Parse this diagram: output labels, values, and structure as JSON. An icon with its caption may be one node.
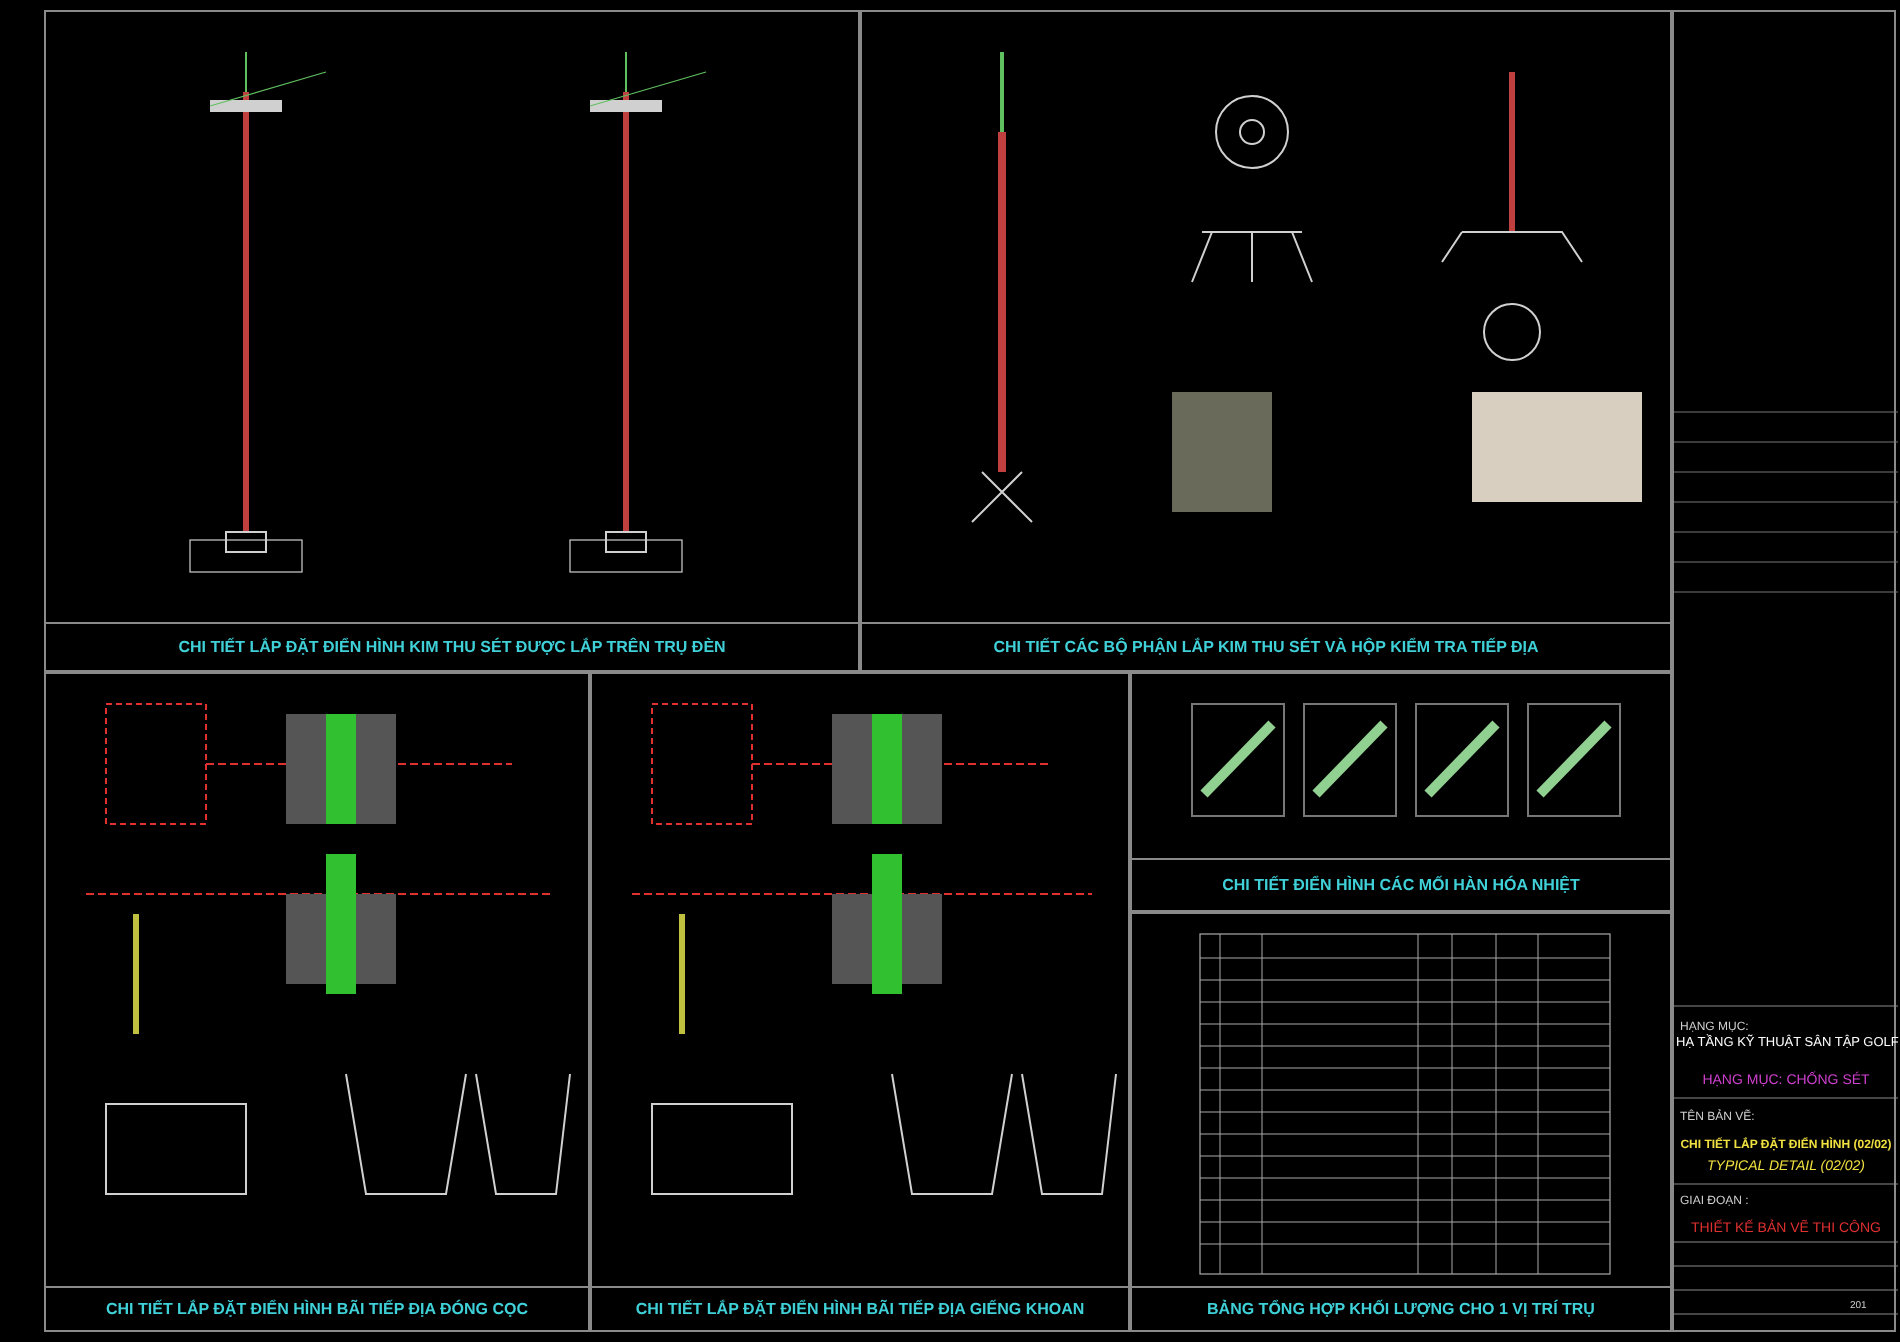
{
  "diagram": {
    "nodes": [
      {
        "text": [
          "CHI TIẾT LẮP ĐẶT ĐIỂN HÌNH KIM THU SÉT ĐƯỢC LẮP TRÊN TRỤ ĐÈN"
        ]
      },
      {
        "text": [
          "CHI TIẾT CÁC BỘ PHẬN LẮP KIM THU SÉT VÀ HỘP KIỂM TRA TIẾP ĐỊA"
        ]
      },
      {
        "text": [
          "CHI TIẾT LẮP ĐẶT ĐIỂN HÌNH BÃI TIẾP ĐỊA ĐÓNG CỌC"
        ]
      },
      {
        "text": [
          "CHI TIẾT LẮP ĐẶT ĐIỂN HÌNH BÃI TIẾP ĐỊA GIẾNG KHOAN"
        ]
      },
      {
        "text": [
          "CHI TIẾT ĐIỂN HÌNH CÁC MỐI HÀN HÓA NHIỆT"
        ]
      },
      {
        "text": [
          "BẢNG TỔNG HỢP KHỐI LƯỢNG CHO 1 VỊ TRÍ TRỤ"
        ]
      }
    ],
    "labels": [
      "HẠNG MỤC:",
      "HẠ TẦNG KỸ THUẬT SÂN TẬP GOLF",
      "HẠNG MỤC: CHỐNG SÉT",
      "TÊN BẢN VẼ:",
      "CHI TIẾT LẮP ĐẶT ĐIỂN HÌNH (02/02)",
      "TYPICAL DETAIL (02/02)",
      "GIAI ĐOẠN :",
      "THIẾT KẾ BẢN VẼ THI CÔNG",
      "201"
    ]
  }
}
